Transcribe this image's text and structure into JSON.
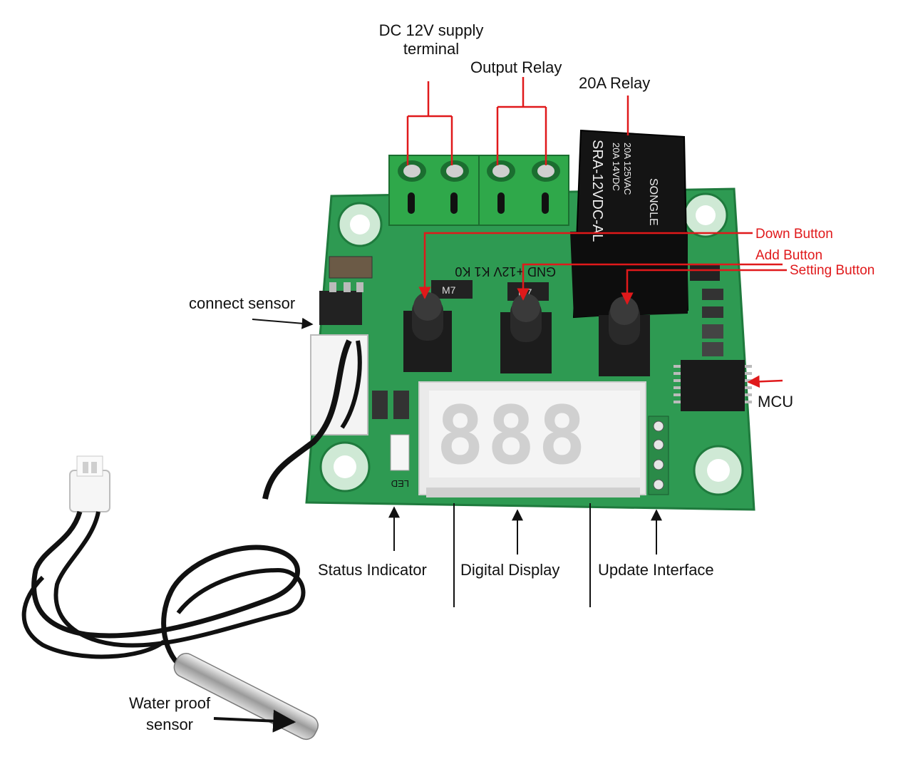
{
  "labels": {
    "dc_supply": "DC 12V supply\nterminal",
    "output_relay": "Output Relay",
    "relay_20a": "20A Relay",
    "down_button": "Down Button",
    "add_button": "Add Button",
    "setting_button": "Setting Button",
    "connect_sensor": "connect sensor",
    "mcu": "MCU",
    "status_indicator": "Status Indicator",
    "digital_display": "Digital Display",
    "update_interface": "Update Interface",
    "water_proof_sensor": "Water proof\nsensor"
  },
  "board_print": {
    "terminal_labels": "GND +12V K1 K0",
    "relay_brand": "SONGLE",
    "relay_model": "SRA-12VDC-AL",
    "relay_rating_1": "20A 14VDC",
    "relay_rating_2": "20A 125VAC",
    "diode_mark": "M7",
    "led_mark": "LED",
    "display_digits": "888"
  },
  "colors": {
    "pcb": "#2e9a52",
    "pcb_dark": "#1f7a3d",
    "terminal": "#2fa84a",
    "relay": "#111111",
    "red_annotation": "#e0191b",
    "display_seg": "#d9d9d9"
  }
}
